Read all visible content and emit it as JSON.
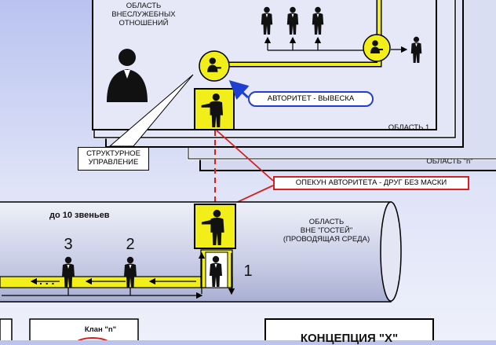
{
  "labels": {
    "social_area": "ОБЛАСТЬ\nВНЕСЛУЖЕБНЫХ\nОТНОШЕНИЙ",
    "authority_sign": "АВТОРИТЕТ - ВЫВЕСКА",
    "area_1": "ОБЛАСТЬ 1",
    "area_n": "ОБЛАСТЬ \"n\"",
    "structural_management": "СТРУКТУРНОЕ\nУПРАВЛЕНИЕ",
    "guardian": "ОПЕКУН АВТОРИТЕТА - ДРУГ БЕЗ МАСКИ",
    "up_to_10_links": "до 10 звеньев",
    "outside_guests": "ОБЛАСТЬ\nВНЕ \"ГОСТЕЙ\"\n(ПРОВОДЯЩАЯ СРЕДА)",
    "link_1": "1",
    "link_2": "2",
    "link_3": "3",
    "clan_n": "Клан \"n\"",
    "concept": "КОНЦЕПЦИЯ \"Х\""
  },
  "colors": {
    "accent_yellow": "#f2ee1a",
    "arrow_blue": "#1f3fd0",
    "guardian_red": "#d42020"
  }
}
